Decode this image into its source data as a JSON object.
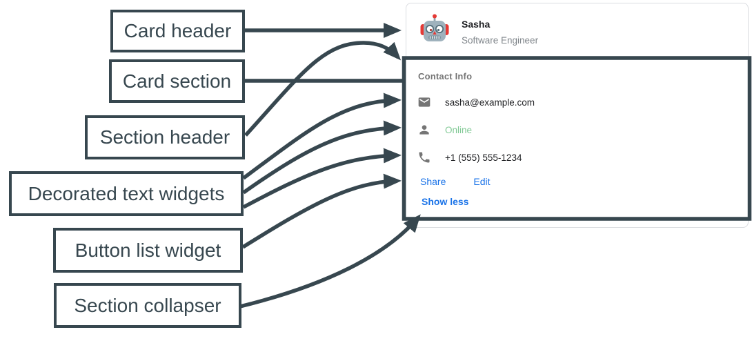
{
  "annotations": {
    "card_header": "Card header",
    "card_section": "Card section",
    "section_header": "Section header",
    "decorated_text_widgets": "Decorated text widgets",
    "button_list_widget": "Button list widget",
    "section_collapser": "Section collapser"
  },
  "card": {
    "header": {
      "avatar_icon": "robot-avatar-icon",
      "title": "Sasha",
      "subtitle": "Software Engineer"
    },
    "section": {
      "header": "Contact Info",
      "rows": [
        {
          "icon": "email-icon",
          "text": "sasha@example.com"
        },
        {
          "icon": "person-icon",
          "text": "Online"
        },
        {
          "icon": "phone-icon",
          "text": "+1 (555) 555-1234"
        }
      ],
      "buttons": [
        {
          "label": "Share"
        },
        {
          "label": "Edit"
        }
      ],
      "collapser_label": "Show less"
    }
  },
  "colors": {
    "annotation_slate": "#37474F",
    "link_blue": "#1A73E8",
    "online_green": "#81C995",
    "muted_gray": "#757575",
    "subtitle_gray": "#80868B",
    "card_border": "#DADCE0",
    "text_dark": "#202124"
  }
}
